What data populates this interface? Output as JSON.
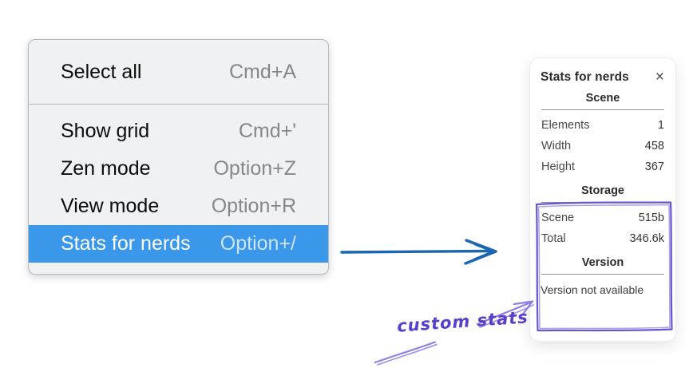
{
  "menu": {
    "items": [
      {
        "label": "Select all",
        "shortcut": "Cmd+A"
      },
      {
        "label": "Show grid",
        "shortcut": "Cmd+'"
      },
      {
        "label": "Zen mode",
        "shortcut": "Option+Z"
      },
      {
        "label": "View mode",
        "shortcut": "Option+R"
      },
      {
        "label": "Stats for nerds",
        "shortcut": "Option+/",
        "selected": true
      }
    ]
  },
  "stats_panel": {
    "title": "Stats for nerds",
    "close_icon": "×",
    "sections": [
      {
        "heading": "Scene",
        "rows": [
          {
            "label": "Elements",
            "value": "1"
          },
          {
            "label": "Width",
            "value": "458"
          },
          {
            "label": "Height",
            "value": "367"
          }
        ]
      },
      {
        "heading": "Storage",
        "rows": [
          {
            "label": "Scene",
            "value": "515b"
          },
          {
            "label": "Total",
            "value": "346.6k"
          }
        ]
      },
      {
        "heading": "Version",
        "note": "Version not available"
      }
    ]
  },
  "annotation": {
    "label": "custom stats"
  },
  "colors": {
    "menu_highlight": "#3a97ea",
    "menu_highlight_text": "#ffffff",
    "menu_highlight_shortcut": "#cde4fa",
    "arrow_blue": "#1d67b2",
    "sketch_purple": "#6a55cf",
    "sketch_purple_light": "#8f7fe3",
    "annotation_text": "#5b3ec9"
  }
}
